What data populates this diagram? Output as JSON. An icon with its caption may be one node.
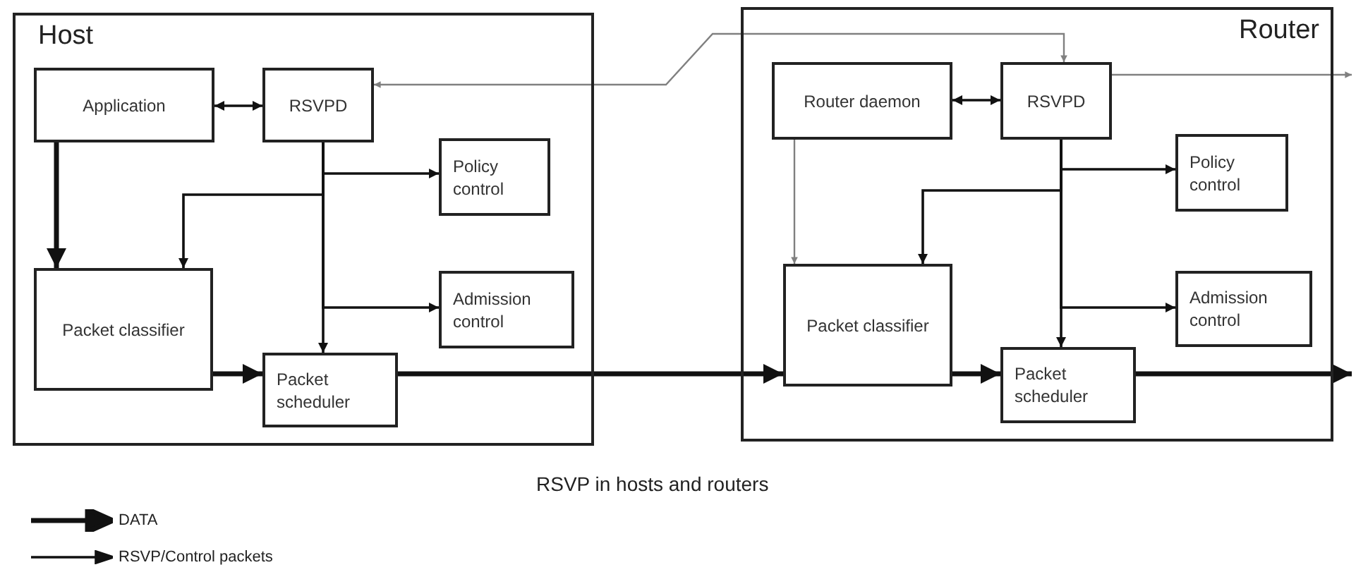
{
  "diagram": {
    "caption": "RSVP in hosts and routers",
    "nodes": [
      {
        "text": [
          "Host"
        ]
      },
      {
        "text": [
          "Application"
        ],
        "in": 0
      },
      {
        "text": [
          "RSVPD"
        ],
        "in": 0
      },
      {
        "text": [
          "Policy control"
        ],
        "in": 0
      },
      {
        "text": [
          "Packet classifier"
        ],
        "in": 0
      },
      {
        "text": [
          "Admission control"
        ],
        "in": 0
      },
      {
        "text": [
          "Packet scheduler"
        ],
        "in": 0
      },
      {
        "text": [
          "Router"
        ]
      },
      {
        "text": [
          "Router daemon"
        ],
        "in": 7
      },
      {
        "text": [
          "RSVPD"
        ],
        "in": 7
      },
      {
        "text": [
          "Policy control"
        ],
        "in": 7
      },
      {
        "text": [
          "Packet classifier"
        ],
        "in": 7
      },
      {
        "text": [
          "Admission control"
        ],
        "in": 7
      },
      {
        "text": [
          "Packet scheduler"
        ],
        "in": 7
      }
    ],
    "edges": [
      {
        "from": 1,
        "to": 2,
        "arrow": "both"
      },
      {
        "from": 1,
        "to": 4,
        "arrow": "to",
        "style": "thick"
      },
      {
        "from": 2,
        "to": 3,
        "arrow": "to"
      },
      {
        "from": 2,
        "to": 4,
        "arrow": "to"
      },
      {
        "from": 2,
        "to": 5,
        "arrow": "to"
      },
      {
        "from": 2,
        "to": 6,
        "arrow": "to"
      },
      {
        "from": 4,
        "to": 6,
        "arrow": "to",
        "style": "thick"
      },
      {
        "from": 6,
        "to": 11,
        "arrow": "to",
        "style": "thick"
      },
      {
        "from": 2,
        "to": 9,
        "arrow": "both",
        "color": "#808080"
      },
      {
        "from": 8,
        "to": 9,
        "arrow": "both"
      },
      {
        "from": 9,
        "to": null,
        "arrow": "to",
        "color": "#808080"
      },
      {
        "from": 8,
        "to": 11,
        "arrow": "to",
        "color": "#808080"
      },
      {
        "from": 9,
        "to": 10,
        "arrow": "to"
      },
      {
        "from": 9,
        "to": 11,
        "arrow": "to"
      },
      {
        "from": 9,
        "to": 12,
        "arrow": "to"
      },
      {
        "from": 9,
        "to": 13,
        "arrow": "to"
      },
      {
        "from": 11,
        "to": 13,
        "arrow": "to",
        "style": "thick"
      },
      {
        "from": 13,
        "to": null,
        "arrow": "to",
        "style": "thick"
      }
    ],
    "legend": [
      {
        "text": "DATA"
      },
      {
        "text": "RSVP/Control packets"
      }
    ]
  }
}
